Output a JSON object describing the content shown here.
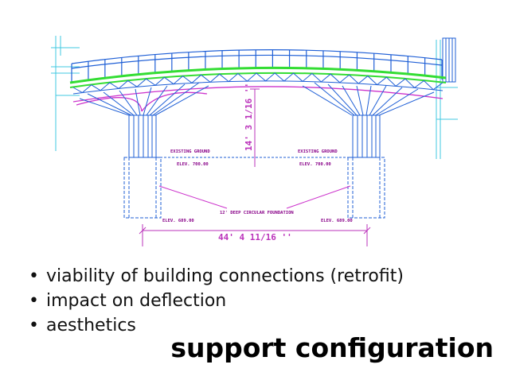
{
  "drawing": {
    "labels": {
      "existing_ground_left": "EXISTING GROUND",
      "existing_ground_right": "EXISTING GROUND",
      "elev_top_left": "ELEV. 700.00",
      "elev_top_right": "ELEV. 700.00",
      "elev_bottom_left": "ELEV. 689.00",
      "elev_bottom_right": "ELEV. 689.00",
      "foundation_note": "12' DEEP CIRCULAR FOUNDATION",
      "vertical_dimension": "14' 3 1/16 ''",
      "horizontal_dimension": "44' 4 11/16 ''"
    },
    "colors": {
      "structure": "#1f5fd6",
      "light_lines": "#40c8e0",
      "deck": "#33dd33",
      "bracing": "#cc33cc",
      "annotation": "#880088",
      "dimension": "#bb33bb"
    }
  },
  "bullets": [
    "viability of building connections (retrofit)",
    "impact on deflection",
    "aesthetics"
  ],
  "title": "support configuration"
}
